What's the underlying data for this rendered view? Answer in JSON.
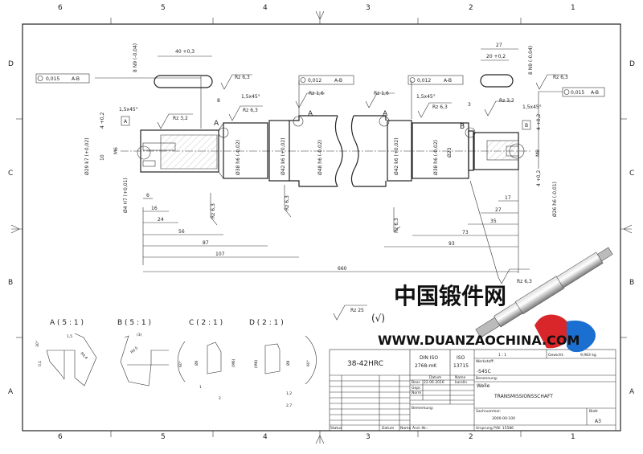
{
  "frame": {
    "columns": [
      "6",
      "5",
      "4",
      "3",
      "2",
      "1"
    ],
    "rows": [
      "D",
      "C",
      "B",
      "A"
    ]
  },
  "main_view": {
    "dimensions": {
      "key_left_len": "40 +0,3",
      "key_left_width": "8 N9 (-0,04)",
      "key_right_len": "20 +0,2",
      "key_right_total": "27",
      "key_right_width": "8 N9 (-0,04)",
      "d29": "Ø29 k7 (+0,02)",
      "d4": "Ø4 H7 (+0,01)",
      "d38_left": "Ø38 h6 (-0,02)",
      "d42_left": "Ø42 k6 (+0,02)",
      "d48": "Ø48 h6 (-0,02)",
      "d42_right": "Ø42 k6 (+0,02)",
      "d38_right": "Ø38 h6 (-0,02)",
      "d23": "Ø23",
      "d26": "Ø26 h6 (-0,01)",
      "m6": "M6",
      "m8": "M8",
      "ten": "10",
      "four_left": "4 +0,2",
      "four_right_top": "4 +0,2",
      "four_right_bottom": "4 +0,2",
      "chamfer_1": "1,5x45°",
      "chamfer_2": "1,5x45°",
      "chamfer_3": "1,5x45°",
      "chamfer_4": "1,5x45°",
      "eight": "8",
      "three": "3",
      "l6": "6",
      "l16": "16",
      "l24": "24",
      "l56": "56",
      "l87": "87",
      "l107": "107",
      "l660": "660",
      "l17": "17",
      "l27": "27",
      "l35": "35",
      "l73": "73",
      "l93": "93"
    },
    "roughness": [
      "Rz 6,3",
      "Rz 3,2",
      "Rz 6,3",
      "Rz 6,3",
      "Rz 1,6",
      "Rz 1,6",
      "Rz 6,3",
      "Rz 6,3",
      "Rz 6,3",
      "Rz 3,2",
      "Rz 6,3",
      "Rz 6,3"
    ],
    "tolerance_frames": [
      {
        "value": "0,015",
        "datum": "A-B"
      },
      {
        "value": "0,012",
        "datum": "A-B"
      },
      {
        "value": "0,012",
        "datum": "A-B"
      },
      {
        "value": "0,015",
        "datum": "A-B"
      }
    ],
    "datums": {
      "a_box": "A",
      "b_box": "B",
      "a1": "A",
      "a2": "A",
      "a3": "A",
      "b1": "B"
    },
    "general_roughness": "Rz 25",
    "general_check": "(√)"
  },
  "details": [
    {
      "title": "A ( 5 : 1 )",
      "labels": [
        "30°",
        "0,1",
        "1,5",
        "R0,4"
      ]
    },
    {
      "title": "B ( 5 : 1 )",
      "labels": [
        "(3)",
        "R0,5"
      ]
    },
    {
      "title": "C ( 2 : 1 )",
      "labels": [
        "60°",
        "Ø6",
        "(M6)",
        "1",
        "2"
      ]
    },
    {
      "title": "D ( 2 : 1 )",
      "labels": [
        "(M8)",
        "Ø8",
        "60°",
        "1,2",
        "2,7"
      ]
    }
  ],
  "title_block": {
    "hardness": "38-42HRC",
    "tolerance_std": "DIN ISO",
    "tolerance_class": "2768-mK",
    "edge_std": "ISO",
    "edge_num": "13715",
    "scale": "1 : 1",
    "weight_label": "Gewicht:",
    "weight": "9,983 kg",
    "material_label": "Werkstoff:",
    "material": "-S45C",
    "date_header": "Datum",
    "name_header": "Name",
    "row_bear": "Bear.",
    "row_gepr": "Gepr.",
    "row_norm": "Norm",
    "date": "22.06.2016",
    "name": "karolin",
    "desc_label": "Benennung:",
    "desc": "Welle",
    "desc2": "TRANSMISSIONSSCHAFT",
    "remarks_label": "Bemerkung:",
    "number_label": "Sachnummer:",
    "number": "3000-00-100",
    "sheet_label": "Blatt",
    "format": "A3",
    "status_label": "Status",
    "date_footer": "Datum",
    "name_footer": "Name",
    "change_label": "Änd.-Nr.:",
    "origin_label": "Ursprung P/N: 15586"
  },
  "watermark": {
    "chinese": "中国锻件网",
    "url": "WWW.DUANZAOCHINA.COM"
  }
}
